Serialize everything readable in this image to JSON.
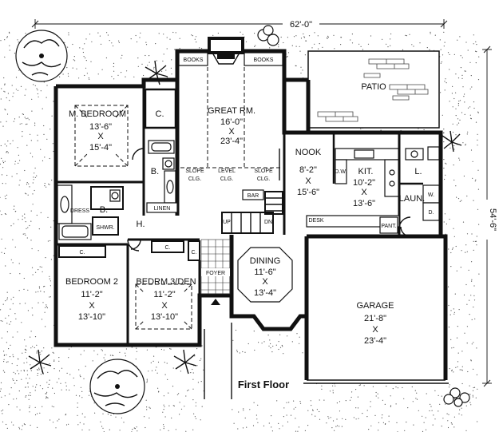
{
  "overall": {
    "width": "62'-0\"",
    "depth": "54'-6\""
  },
  "title": "First Floor",
  "rooms": {
    "master_bedroom": {
      "name": "M. BEDROOM",
      "w": "13'-6\"",
      "x": "X",
      "d": "15'-4\""
    },
    "great_room": {
      "name": "GREAT RM.",
      "w": "16'-0\"",
      "x": "X",
      "d": "23'-4\""
    },
    "patio": {
      "name": "PATIO"
    },
    "nook": {
      "name": "NOOK",
      "w": "8'-2\"",
      "x": "X",
      "d": "15'-6\""
    },
    "kitchen": {
      "name": "KIT.",
      "w": "10'-2\"",
      "x": "X",
      "d": "13'-6\""
    },
    "laundry": {
      "name": "LAUN."
    },
    "bedroom2": {
      "name": "BEDROOM 2",
      "w": "11'-2\"",
      "x": "X",
      "d": "13'-10\""
    },
    "bedroom3": {
      "name": "BEDRM.3/DEN",
      "w": "11'-2\"",
      "x": "X",
      "d": "13'-10\""
    },
    "dining": {
      "name": "DINING",
      "w": "11'-6\"",
      "x": "X",
      "d": "13'-4\""
    },
    "garage": {
      "name": "GARAGE",
      "w": "21'-8\"",
      "x": "X",
      "d": "23'-4\""
    }
  },
  "labels": {
    "books_left": "BOOKS",
    "books_right": "BOOKS",
    "closet": "C.",
    "bath": "B.",
    "linen": "LINEN",
    "dress": "DRESS",
    "shower": "SHWR.",
    "hall": "H.",
    "foyer": "FOYER",
    "up": "UP",
    "dn": "DN",
    "bar": "BAR",
    "desk": "DESK",
    "pantry": "PANT.",
    "dishwasher": "D.W.",
    "laundry_l": "L.",
    "washer": "W.",
    "dryer": "D.",
    "slope": "SLOPE",
    "level": "LEVEL",
    "clg": "CLG."
  }
}
